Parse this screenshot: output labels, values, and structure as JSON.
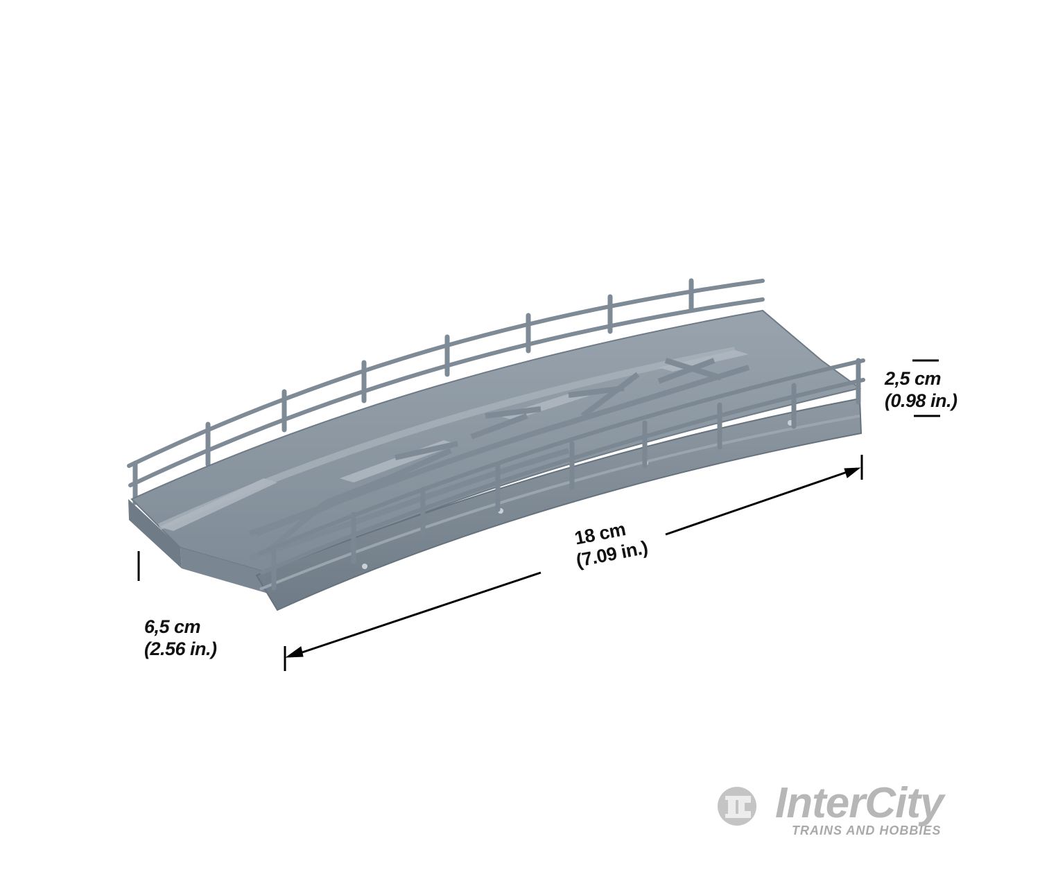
{
  "image": {
    "subject": "Curved model railway truss bridge (grey plastic) with railings",
    "background_color": "#ffffff",
    "bridge_color": "#8a96a1"
  },
  "dimensions": {
    "height": {
      "metric": "2,5 cm",
      "imperial": "(0.98 in.)"
    },
    "length": {
      "metric": "18 cm",
      "imperial": "(7.09 in.)"
    },
    "width": {
      "metric": "6,5 cm",
      "imperial": "(2.56 in.)"
    }
  },
  "watermark": {
    "emblem": "IC",
    "brand": "InterCity",
    "tagline": "TRAINS AND HOBBIES",
    "color": "#b7b7b7"
  }
}
